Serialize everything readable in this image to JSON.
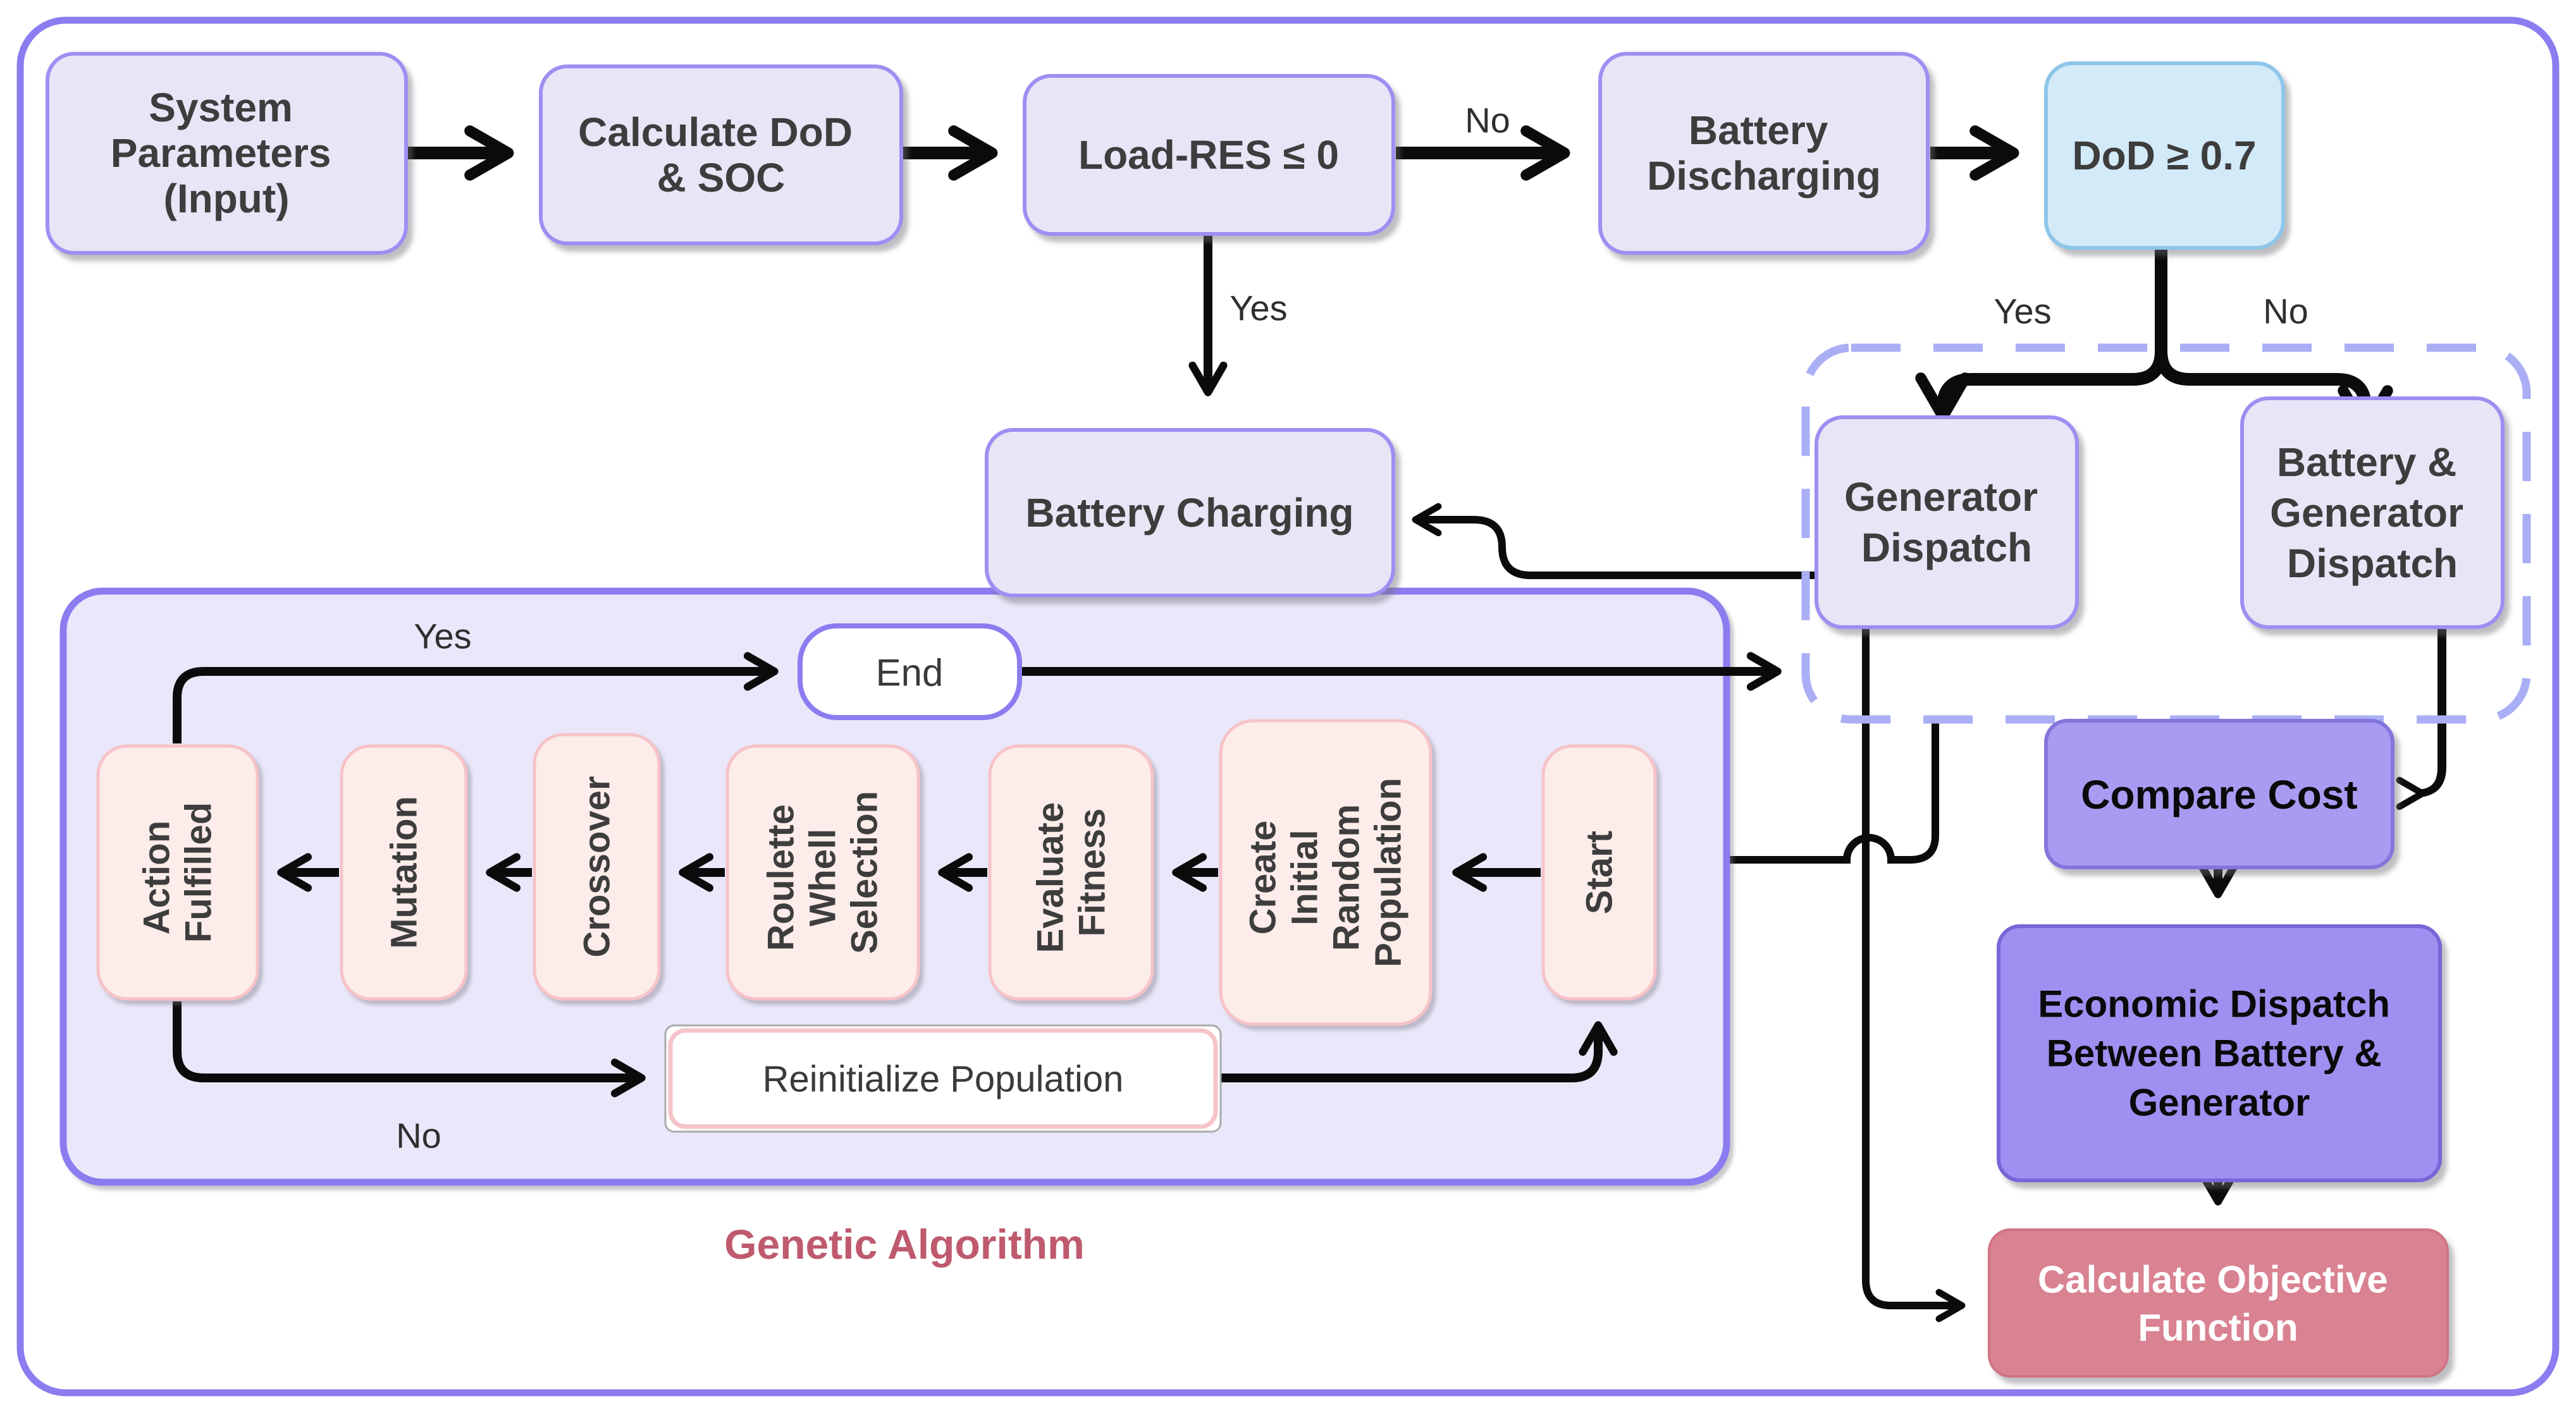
{
  "diagram": {
    "title_hidden": "",
    "nodes": {
      "system_parameters": {
        "lines": [
          "System",
          "Parameters",
          "(Input)"
        ]
      },
      "calculate_dod_soc": {
        "lines": [
          "Calculate DoD",
          "& SOC"
        ]
      },
      "load_res": {
        "lines": [
          "Load-RES ≤ 0"
        ]
      },
      "battery_discharging": {
        "lines": [
          "Battery",
          "Discharging"
        ]
      },
      "dod_threshold": {
        "lines": [
          "DoD ≥ 0.7"
        ]
      },
      "battery_charging": {
        "lines": [
          "Battery Charging"
        ]
      },
      "generator_dispatch": {
        "lines": [
          "Generator",
          "Dispatch"
        ]
      },
      "battery_generator_dispatch": {
        "lines": [
          "Battery &",
          "Generator",
          "Dispatch"
        ]
      },
      "end": {
        "lines": [
          "End"
        ]
      },
      "action_fulfilled": {
        "lines": [
          "Action",
          "Fulfilled"
        ]
      },
      "mutation": {
        "lines": [
          "Mutation"
        ]
      },
      "crossover": {
        "lines": [
          "Crossover"
        ]
      },
      "roulette_wheel_selection": {
        "lines": [
          "Roulette",
          "Whell",
          "Selection"
        ]
      },
      "evaluate_fitness": {
        "lines": [
          "Evaluate",
          "Fitness"
        ]
      },
      "create_initial_random_population": {
        "lines": [
          "Create",
          "Initial",
          "Random",
          "Population"
        ]
      },
      "start": {
        "lines": [
          "Start"
        ]
      },
      "reinitialize_population": {
        "lines": [
          "Reinitialize Population"
        ]
      },
      "compare_cost": {
        "lines": [
          "Compare Cost"
        ]
      },
      "economic_dispatch": {
        "lines": [
          "Economic Dispatch",
          "Between Battery &",
          "Generator"
        ]
      },
      "calculate_objective": {
        "lines": [
          "Calculate Objective",
          "Function"
        ]
      }
    },
    "edge_labels": {
      "load_res_no": "No",
      "load_res_yes": "Yes",
      "dod_yes": "Yes",
      "dod_no": "No",
      "ga_yes": "Yes",
      "ga_no": "No"
    },
    "captions": {
      "genetic_algorithm": "Genetic Algorithm"
    },
    "colors": {
      "lavender_fill": "#e7e5f6",
      "lavender_border": "#9d8ff2",
      "blue_fill": "#d3eaf9",
      "blue_border": "#8ec6ea",
      "ga_container_fill": "#eae7fa",
      "ga_container_border": "#8b7cf0",
      "pink_fill": "#fcecea",
      "pink_border": "#f6c3c8",
      "compare_cost_fill": "#aa9bf2",
      "economic_dispatch_fill": "#a18ef1",
      "objective_fill": "#d98291",
      "caption_color": "#bf5a6e",
      "node_text": "#3d3d3d",
      "edge_color": "#0b0b0b",
      "dashed_border": "#a9aef5"
    }
  }
}
